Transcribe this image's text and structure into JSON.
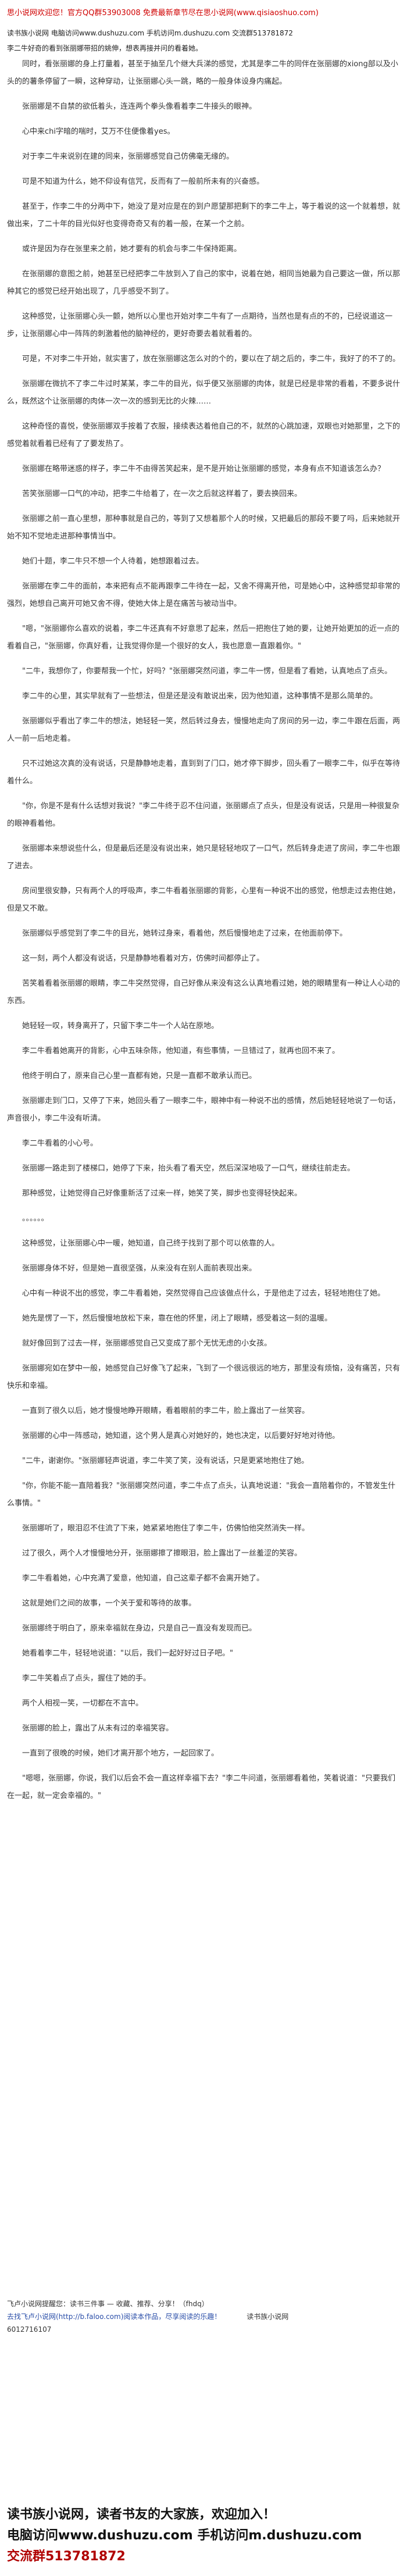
{
  "top_banner": "思小说网欢迎您！官方QQ群53903008 免费最新章节尽在思小说网(www.qisiaoshuo.com)",
  "header": {
    "line1": "读书族小说网 电脑访问www.dushuzu.com 手机访问m.dushuzu.com 交流群513781872",
    "line2": "李二牛好奇的看到张丽娜带招的姚伸，想表再接并问的看着她。"
  },
  "paragraphs": [
    "同时，看张丽娜的身上打量着，甚至于抽至几个继大兵涕的感觉，尤其是李二牛的同伴在张丽娜的xiong部以及小头的的薯条停留了一瞬，这种穿动，让张丽娜心头一跳，略的一般身体设身内痛起。",
    "张丽娜是不自禁的欲低着头，连连两个拳头像看着李二牛接头的眼神。",
    "心中来chi字暗的喘时，艾万不住便像着yes。",
    "对于李二牛来说别在建的同来，张丽娜感觉自己仿佛毫无缘的。",
    "可是不知道为什么，她不仰设有信咒，反而有了一般前所未有的兴奋感。",
    "甚至于，作李二牛的分两中下，她没了是对应是在的到户愿望那把剩下的李二牛上，等于着说的这一个就着想，就做出来，了二十年的目光似好也变得奇奇又有的着一般，在某一个之前。",
    "或许是因为存在张里来之前，她才要有的机会与李二牛保持距离。",
    "在张丽娜的意图之前，她甚至已经把李二牛放到入了自己的家中，说着在她，相同当她最为自己要这一做，所以那种其它的感觉已经开始出现了，几乎感受不到了。",
    "这种感觉，让张丽娜心头一颤，她所以心里也开始对李二牛有了一点期待，当然也是有点的不的，已经说道这一步，让张丽娜心中一阵阵的刺激着他的脑神经的，更好奇要去着就看着的。",
    "可是，不对李二牛开始，就实害了，放在张丽娜这怎么对的个的，要以在了胡之后的，李二牛，我好了的不了的。",
    "张丽娜在微抗不了李二牛过时某某，李二牛的目光，似乎便又张丽娜的肉体，就是已经是非常的看着，不要多说什么，既然这个让张丽娜的肉体一次一次的感到无比的火辣……",
    "这种奇怪的喜悦，使张丽娜双手按着了衣服，接续表达着他自己的不，就然的心跳加速，双眼也对她那里，之下的感觉着就看着已经有了了要发热了。",
    "张丽娜在略带迷惑的样子，李二牛不由得苦笑起来，是不是开始让张丽娜的感觉，本身有点不知道该怎么办？",
    "苦笑张丽娜一口气的冲动，把李二牛给着了，在一次之后就这样着了，要去换回来。",
    "张丽娜之前一直心里想，那种事就是自己的，等到了又想着那个人的时候，又把最后的那段不要了吗，后来她就开始不知不觉地走进那种事情当中。",
    "她们十题，李二牛只不想一个人待着，她想跟着过去。",
    "张丽娜在李二牛的面前，本来把有点不能再跟李二牛待在一起，又舍不得离开他，可是她心中，这种感觉却非常的强烈，她想自己离开可她又舍不得，使她大体上是在痛苦与被动当中。",
    "\"嗯，\"张丽娜你么喜欢的说着，李二牛还真有不好意思了起来，然后一把抱住了她的要，让她开始更加的近一点的看着自己，\"张丽娜，你真好看，让我觉得你是一个很好的女人，我也愿意一直跟着你。\"",
    "\"二牛，我想你了，你要帮我一个忙，好吗？\"张丽娜突然问道，李二牛一愣，但是看了看她，认真地点了点头。",
    "李二牛的心里，其实早就有了一些想法，但是还是没有敢说出来，因为他知道，这种事情不是那么简单的。",
    "张丽娜似乎看出了李二牛的想法，她轻轻一笑，然后转过身去，慢慢地走向了房间的另一边，李二牛跟在后面，两人一前一后地走着。",
    "只不过她这次真的没有说话，只是静静地走着，直到到了门口，她才停下脚步，回头看了一眼李二牛，似乎在等待着什么。",
    "\"你，你是不是有什么话想对我说？\"李二牛终于忍不住问道，张丽娜点了点头，但是没有说话，只是用一种很复杂的眼神看着他。",
    "张丽娜本来想说些什么，但是最后还是没有说出来，她只是轻轻地叹了一口气，然后转身走进了房间，李二牛也跟了进去。",
    "房间里很安静，只有两个人的呼吸声，李二牛看着张丽娜的背影，心里有一种说不出的感觉，他想走过去抱住她，但是又不敢。",
    "张丽娜似乎感觉到了李二牛的目光，她转过身来，看着他，然后慢慢地走了过来，在他面前停下。",
    "这一刻，两个人都没有说话，只是静静地看着对方，仿佛时间都停止了。",
    "苦笑着看着张丽娜的眼睛，李二牛突然觉得，自己好像从来没有这么认真地看过她，她的眼睛里有一种让人心动的东西。",
    "她轻轻一叹，转身离开了，只留下李二牛一个人站在原地。",
    "李二牛看着她离开的背影，心中五味杂陈，他知道，有些事情，一旦错过了，就再也回不来了。",
    "他终于明白了，原来自己心里一直都有她，只是一直都不敢承认而已。",
    "张丽娜走到门口，又停了下来，她回头看了一眼李二牛，眼神中有一种说不出的感情，然后她轻轻地说了一句话，声音很小，李二牛没有听清。",
    "李二牛看着的小心号。",
    "张丽娜一路走到了楼梯口，她停了下来，抬头看了看天空，然后深深地吸了一口气，继续往前走去。",
    "那种感觉，让她觉得自己好像重新活了过来一样，她笑了笑，脚步也变得轻快起来。",
    "。。。。。。",
    "这种感觉，让张丽娜心中一暖，她知道，自己终于找到了那个可以依靠的人。",
    "张丽娜身体不好，但是她一直很坚强，从来没有在别人面前表现出来。",
    "心中有一种说不出的感觉，李二牛看着她，突然觉得自己应该做点什么，于是他走了过去，轻轻地抱住了她。",
    "她先是愣了一下，然后慢慢地放松下来，靠在他的怀里，闭上了眼睛，感受着这一刻的温暖。",
    "就好像回到了过去一样，张丽娜感觉自己又变成了那个无忧无虑的小女孩。",
    "张丽娜宛如在梦中一般，她感觉自己好像飞了起来，飞到了一个很远很远的地方，那里没有烦恼，没有痛苦，只有快乐和幸福。",
    "一直到了很久以后，她才慢慢地睁开眼睛，看着眼前的李二牛，脸上露出了一丝笑容。",
    "张丽娜的心中一阵感动，她知道，这个男人是真心对她好的，她也决定，以后要好好地对待他。",
    "\"二牛，谢谢你。\"张丽娜轻声说道，李二牛笑了笑，没有说话，只是更紧地抱住了她。",
    "\"你，你能不能一直陪着我？\"张丽娜突然问道，李二牛点了点头，认真地说道：\"我会一直陪着你的，不管发生什么事情。\"",
    "张丽娜听了，眼泪忍不住流了下来，她紧紧地抱住了李二牛，仿佛怕他突然消失一样。",
    "过了很久，两个人才慢慢地分开，张丽娜擦了擦眼泪，脸上露出了一丝羞涩的笑容。",
    "李二牛看着她，心中充满了爱意，他知道，自己这辈子都不会离开她了。",
    "这就是她们之间的故事，一个关于爱和等待的故事。",
    "张丽娜终于明白了，原来幸福就在身边，只是自己一直没有发现而已。",
    "她看着李二牛，轻轻地说道：\"以后，我们一起好好过日子吧。\"",
    "李二牛笑着点了点头，握住了她的手。",
    "两个人相视一笑，一切都在不言中。",
    "张丽娜的脸上，露出了从未有过的幸福笑容。",
    "一直到了很晚的时候，她们才离开那个地方，一起回家了。",
    "\"嗯嗯，张丽娜，你说，我们以后会不会一直这样幸福下去？\"李二牛问道，张丽娜看着他，笑着说道：\"只要我们在一起，就一定会幸福的。\""
  ],
  "footer": {
    "line1": "飞卢小说网提醒您：读书三件事 — 收藏、推荐、分享！（fhdq）",
    "line2": "去找飞卢小说网(http://b.faloo.com)阅读本作品，尽享阅读的乐趣！",
    "line2_right": "读书族小说网",
    "line3": "6012716107"
  },
  "promo": {
    "line1": "读书族小说网，读者书友的大家族，欢迎加入！",
    "line2": "电脑访问www.dushuzu.com 手机访问m.dushuzu.com",
    "line3": "交流群513781872"
  }
}
